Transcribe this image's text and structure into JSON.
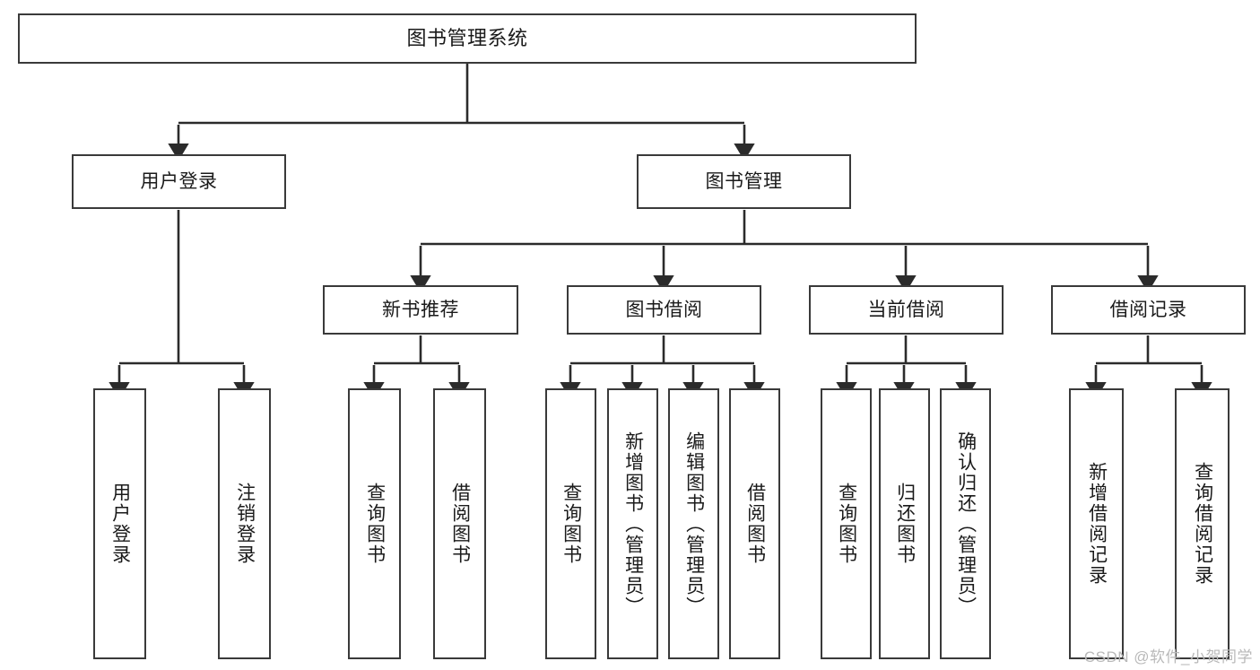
{
  "diagram": {
    "title": "图书管理系统",
    "type": "hierarchy-tree",
    "levels": 4,
    "root": {
      "id": "root",
      "label": "图书管理系统",
      "orientation": "horizontal"
    },
    "level2": [
      {
        "id": "user-login",
        "label": "用户登录",
        "orientation": "horizontal"
      },
      {
        "id": "book-management",
        "label": "图书管理",
        "orientation": "horizontal"
      }
    ],
    "level3": [
      {
        "id": "new-book-recommend",
        "label": "新书推荐",
        "orientation": "horizontal"
      },
      {
        "id": "book-borrow",
        "label": "图书借阅",
        "orientation": "horizontal"
      },
      {
        "id": "current-borrow",
        "label": "当前借阅",
        "orientation": "horizontal"
      },
      {
        "id": "borrow-record",
        "label": "借阅记录",
        "orientation": "horizontal"
      }
    ],
    "leaves": {
      "user-login": [
        {
          "id": "leaf-user-login",
          "label": "用户登录"
        },
        {
          "id": "leaf-logout-login",
          "label": "注销登录"
        }
      ],
      "new-book-recommend": [
        {
          "id": "leaf-query-book-1",
          "label": "查询图书"
        },
        {
          "id": "leaf-borrow-book-1",
          "label": "借阅图书"
        }
      ],
      "book-borrow": [
        {
          "id": "leaf-query-book-2",
          "label": "查询图书"
        },
        {
          "id": "leaf-add-book",
          "label": "新增图书（管理员）"
        },
        {
          "id": "leaf-edit-book",
          "label": "编辑图书（管理员）"
        },
        {
          "id": "leaf-borrow-book-2",
          "label": "借阅图书"
        }
      ],
      "current-borrow": [
        {
          "id": "leaf-query-book-3",
          "label": "查询图书"
        },
        {
          "id": "leaf-return-book",
          "label": "归还图书"
        },
        {
          "id": "leaf-confirm-return",
          "label": "确认归还（管理员）"
        }
      ],
      "borrow-record": [
        {
          "id": "leaf-add-record",
          "label": "新增借阅记录"
        },
        {
          "id": "leaf-query-record",
          "label": "查询借阅记录"
        }
      ]
    },
    "colors": {
      "border": "#3a3a3a",
      "connector": "#2b2b2b",
      "background": "#ffffff",
      "text": "#1a1a1a",
      "watermark": "#b9b9b9"
    }
  },
  "watermark": {
    "text": "CSDN @软件_小贺同学"
  }
}
